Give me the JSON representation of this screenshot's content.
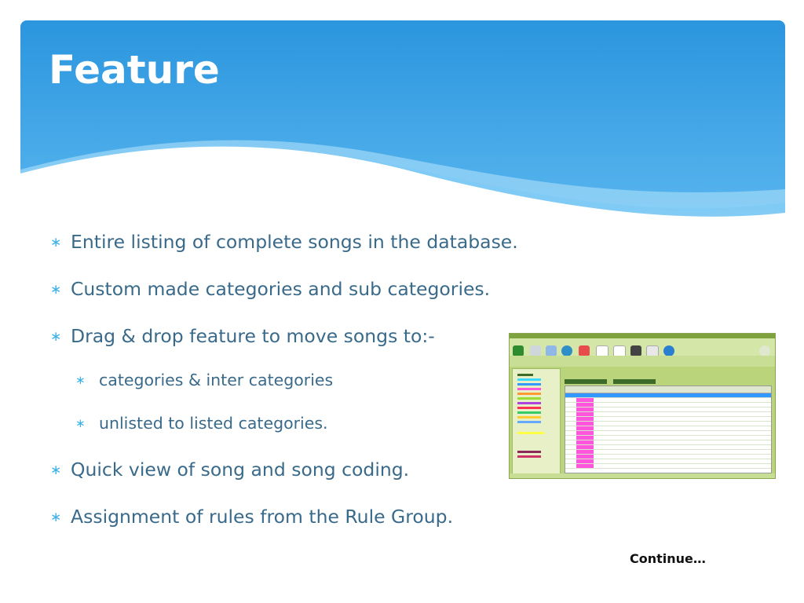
{
  "slide": {
    "title": "Feature",
    "bullets": [
      {
        "level": 1,
        "text": "Entire listing of complete songs in the database."
      },
      {
        "level": 1,
        "text": "Custom made categories and sub categories."
      },
      {
        "level": 1,
        "text": "Drag & drop feature to move songs to:-"
      },
      {
        "level": 2,
        "text": "categories & inter categories"
      },
      {
        "level": 2,
        "text": "unlisted to listed categories."
      },
      {
        "level": 1,
        "text": "Quick view of song and song coding."
      },
      {
        "level": 1,
        "text": "Assignment of rules from the Rule Group."
      }
    ],
    "continue_label": "Continue…",
    "bullet_glyph": "∗"
  },
  "colors": {
    "header_blue": "#2f9be0",
    "header_light": "#8fd1f7",
    "bullet_text": "#3a6a8a",
    "bullet_mark": "#3db1e8"
  },
  "screenshot": {
    "description_icon": "app-screenshot-image"
  }
}
